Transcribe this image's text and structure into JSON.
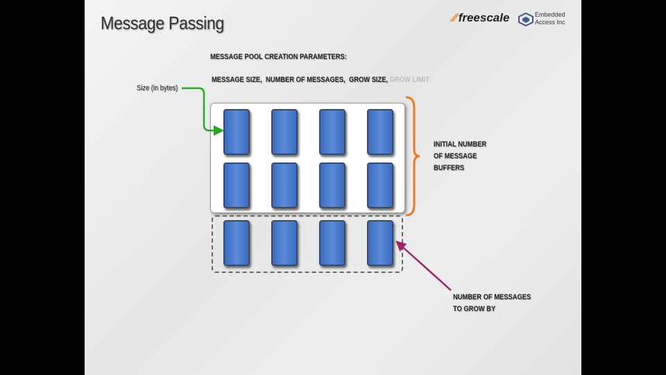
{
  "slide": {
    "title": "Message Passing",
    "logos": {
      "freescale": "freescale",
      "embedded_line1": "Embedded",
      "embedded_line2": "Access Inc"
    },
    "heading": "MESSAGE POOL CREATION PARAMETERS:",
    "params": {
      "p1": "MESSAGE SIZE,",
      "p2": "NUMBER OF MESSAGES,",
      "p3": "GROW SIZE,",
      "p4": "GROW LIMIT"
    },
    "size_label": "Size (in bytes)",
    "initial_label": [
      "INITIAL NUMBER",
      "OF MESSAGE",
      "BUFFERS"
    ],
    "grow_label": [
      "NUMBER OF MESSAGES",
      "TO GROW BY"
    ],
    "colors": {
      "buffer": "#4a7acc",
      "brace": "#f07820",
      "size_arrow": "#22aa22",
      "grow_arrow": "#a0206a"
    }
  }
}
